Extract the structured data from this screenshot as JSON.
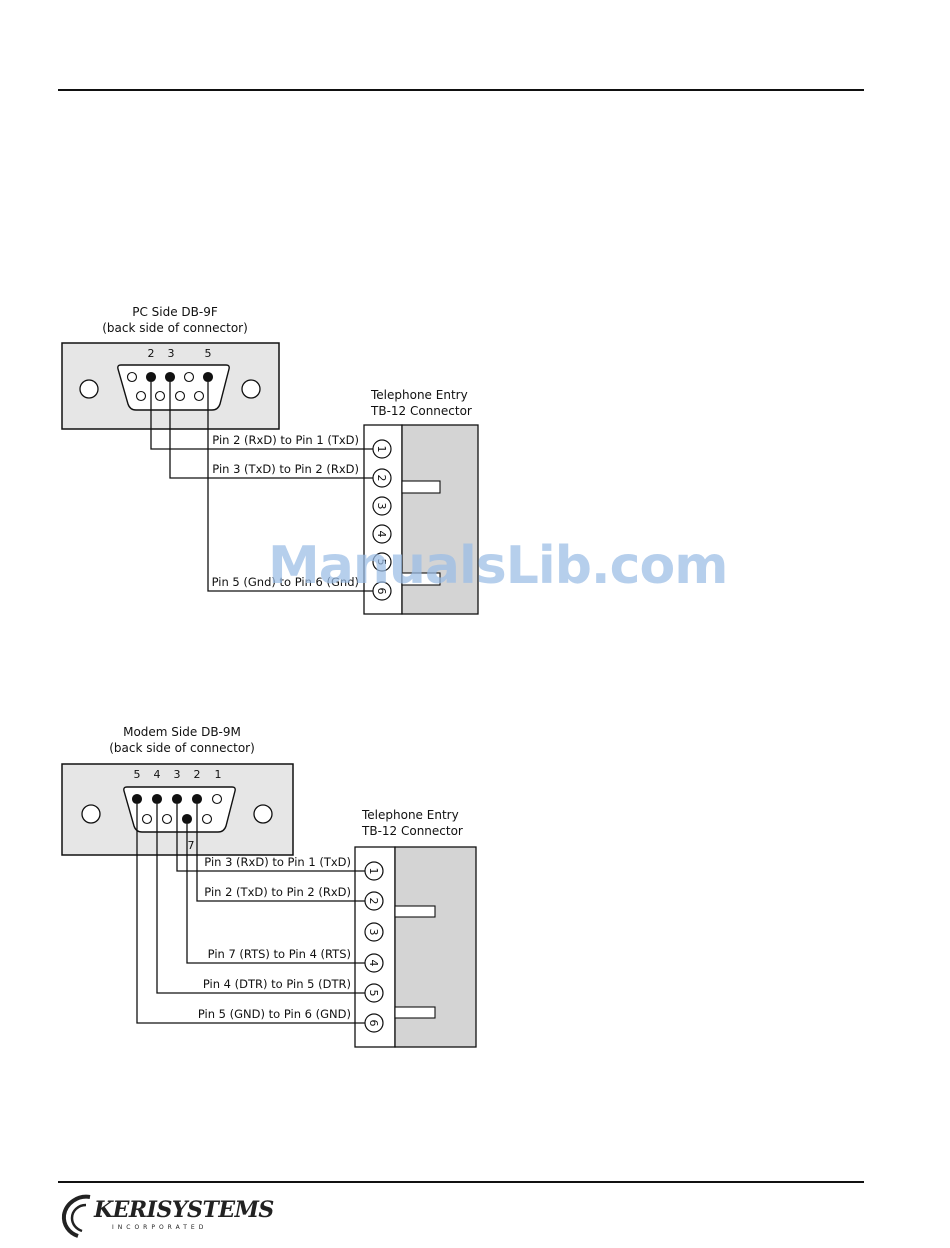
{
  "diagram1": {
    "title_line1": "PC Side DB-9F",
    "title_line2": "(back side of connector)",
    "pin_numbers": [
      "2",
      "3",
      "5"
    ],
    "tb_title_line1": "Telephone Entry",
    "tb_title_line2": "TB-12 Connector",
    "terminals": [
      "1",
      "2",
      "3",
      "4",
      "5",
      "6"
    ],
    "wires": [
      "Pin 2 (RxD) to Pin 1 (TxD)",
      "Pin 3 (TxD) to Pin 2 (RxD)",
      "Pin 5 (Gnd) to Pin 6 (Gnd)"
    ]
  },
  "diagram2": {
    "title_line1": "Modem Side DB-9M",
    "title_line2": "(back side of connector)",
    "pin_numbers": [
      "5",
      "4",
      "3",
      "2",
      "1"
    ],
    "pin7_label": "7",
    "tb_title_line1": "Telephone Entry",
    "tb_title_line2": "TB-12 Connector",
    "terminals": [
      "1",
      "2",
      "3",
      "4",
      "5",
      "6"
    ],
    "wires": [
      "Pin 3 (RxD) to Pin 1 (TxD)",
      "Pin 2 (TxD) to Pin 2 (RxD)",
      "Pin 7 (RTS) to Pin 4 (RTS)",
      "Pin 4 (DTR) to Pin 5 (DTR)",
      "Pin 5 (GND) to Pin 6 (GND)"
    ]
  },
  "watermark": "ManualsLib.com",
  "logo": {
    "name": "KERISYSTEMS",
    "tagline": "INCORPORATED"
  },
  "colors": {
    "connector_fill": "#e6e6e6",
    "terminal_block_fill": "#d4d4d4",
    "watermark": "#9bbde6",
    "line": "#111111"
  }
}
